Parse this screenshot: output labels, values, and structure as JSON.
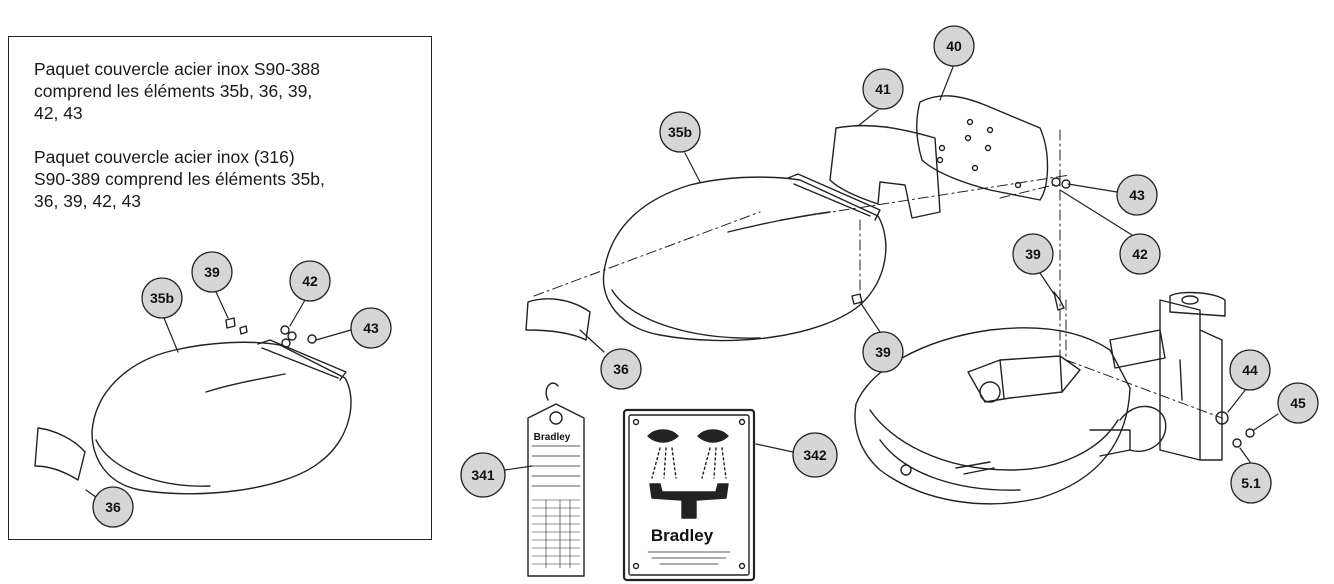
{
  "kit_notes": [
    "Paquet couvercle acier inox S90-388\ncomprend les éléments 35b, 36, 39,\n42, 43",
    "Paquet couvercle acier inox (316)\nS90-389 comprend les éléments 35b,\n36, 39, 42, 43"
  ],
  "callouts": {
    "inset_35b": "35b",
    "inset_39": "39",
    "inset_42": "42",
    "inset_43": "43",
    "inset_36": "36",
    "main_40": "40",
    "main_41": "41",
    "main_35b": "35b",
    "main_43": "43",
    "main_42": "42",
    "main_39_upper": "39",
    "main_39_lower": "39",
    "main_36": "36",
    "main_44": "44",
    "main_45": "45",
    "main_5_1": "5.1",
    "main_341": "341",
    "main_342": "342"
  },
  "tag": {
    "brand": "Bradley"
  },
  "sign": {
    "brand": "Bradley"
  },
  "colors": {
    "callout_fill": "#d6d6d6",
    "line": "#222222"
  }
}
